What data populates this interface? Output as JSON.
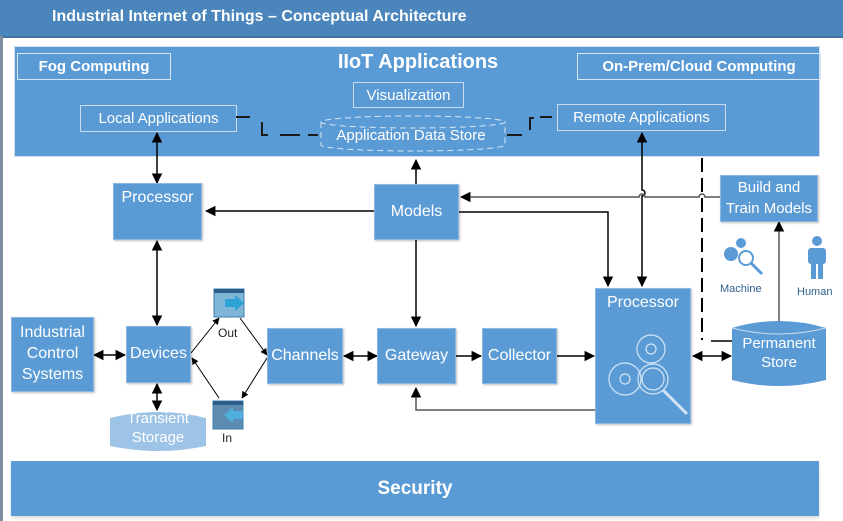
{
  "title": "Industrial Internet of Things – Conceptual Architecture",
  "applications_panel": {
    "title": "IIoT Applications",
    "left_tag": "Fog Computing",
    "right_tag": "On-Prem/Cloud Computing",
    "visualization": "Visualization",
    "local_apps": "Local Applications",
    "remote_apps": "Remote Applications",
    "app_data_store": "Application Data Store"
  },
  "nodes": {
    "fog_processor": "Processor",
    "models": "Models",
    "build_train": "Build and Train Models",
    "industrial_control": "Industrial Control Systems",
    "devices": "Devices",
    "channels": "Channels",
    "gateway": "Gateway",
    "collector": "Collector",
    "cloud_processor": "Processor",
    "permanent_store": "Permanent Store",
    "transient_storage": "Transient Storage"
  },
  "labels": {
    "out": "Out",
    "in": "In",
    "machine": "Machine",
    "human": "Human"
  },
  "icons": {
    "fog_processor": "gears-magnifier-icon",
    "cloud_processor": "gears-magnifier-icon",
    "machine": "gears-magnifier-icon",
    "human": "person-icon",
    "out": "export-arrow-icon",
    "in": "import-arrow-icon"
  },
  "security": "Security",
  "colors": {
    "title_bar": "#4a85bc",
    "node_fill": "#5b9bd5",
    "transient_fill": "#9dc3e6",
    "connector": "#000000"
  }
}
